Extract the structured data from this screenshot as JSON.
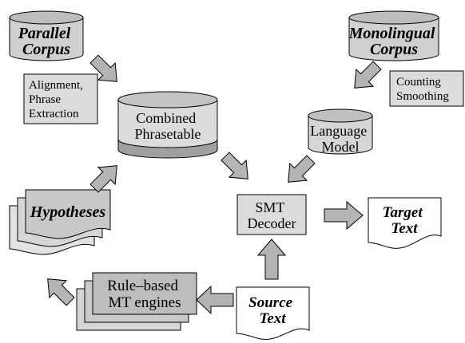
{
  "nodes": {
    "parallel_corpus": {
      "lines": [
        "Parallel",
        "Corpus"
      ]
    },
    "monolingual_corpus": {
      "lines": [
        "Monolingual",
        "Corpus"
      ]
    },
    "alignment": {
      "lines": [
        "Alignment,",
        "Phrase",
        "Extraction"
      ]
    },
    "counting": {
      "lines": [
        "Counting",
        "Smoothing"
      ]
    },
    "phrasetable": {
      "lines": [
        "Combined",
        "Phrasetable"
      ]
    },
    "language_model": {
      "lines": [
        "Language",
        "Model"
      ]
    },
    "hypotheses": {
      "lines": [
        "Hypotheses"
      ]
    },
    "smt_decoder": {
      "lines": [
        "SMT",
        "Decoder"
      ]
    },
    "target_text": {
      "lines": [
        "Target",
        "Text"
      ]
    },
    "rule_based": {
      "lines": [
        "Rule–based",
        "MT engines"
      ]
    },
    "source_text": {
      "lines": [
        "Source",
        "Text"
      ]
    }
  },
  "colors": {
    "fill_light": "#dcdcdc",
    "fill_mid": "#c8c8c8",
    "fill_band": "#a0a0a0",
    "arrow": "#b4b4b4",
    "stroke": "#000000"
  }
}
